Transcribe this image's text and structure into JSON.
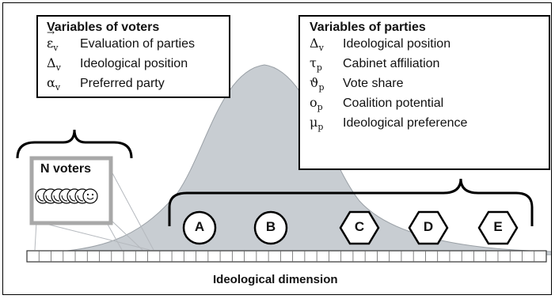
{
  "voters_box": {
    "title": "Variables of voters",
    "items": [
      {
        "symbol": "ε",
        "sub": "v",
        "vector": true,
        "label": "Evaluation of parties"
      },
      {
        "symbol": "Δ",
        "sub": "v",
        "vector": false,
        "label": "Ideological position"
      },
      {
        "symbol": "α",
        "sub": "v",
        "vector": false,
        "label": "Preferred party"
      }
    ]
  },
  "parties_box": {
    "title": "Variables of parties",
    "items": [
      {
        "symbol": "Δ",
        "sub": "v",
        "label": "Ideological position"
      },
      {
        "symbol": "τ",
        "sub": "p",
        "label": "Cabinet affiliation"
      },
      {
        "symbol": "ϑ",
        "sub": "p",
        "label": "Vote share"
      },
      {
        "symbol": "o",
        "sub": "p",
        "label": "Coalition potential"
      },
      {
        "symbol": "μ",
        "sub": "p",
        "label": "Ideological preference"
      }
    ]
  },
  "voters_group": {
    "label": "N voters",
    "smiley_count": 7
  },
  "parties": [
    {
      "label": "A",
      "shape": "circle"
    },
    {
      "label": "B",
      "shape": "circle"
    },
    {
      "label": "C",
      "shape": "hexagon"
    },
    {
      "label": "D",
      "shape": "hexagon"
    },
    {
      "label": "E",
      "shape": "hexagon"
    }
  ],
  "axis": {
    "label": "Ideological dimension",
    "cell_count": 43
  },
  "colors": {
    "distribution_fill": "#c8cdd2",
    "distribution_stroke": "#9aa0a6",
    "voter_frame": "#a8a8a8",
    "line": "#000000"
  }
}
